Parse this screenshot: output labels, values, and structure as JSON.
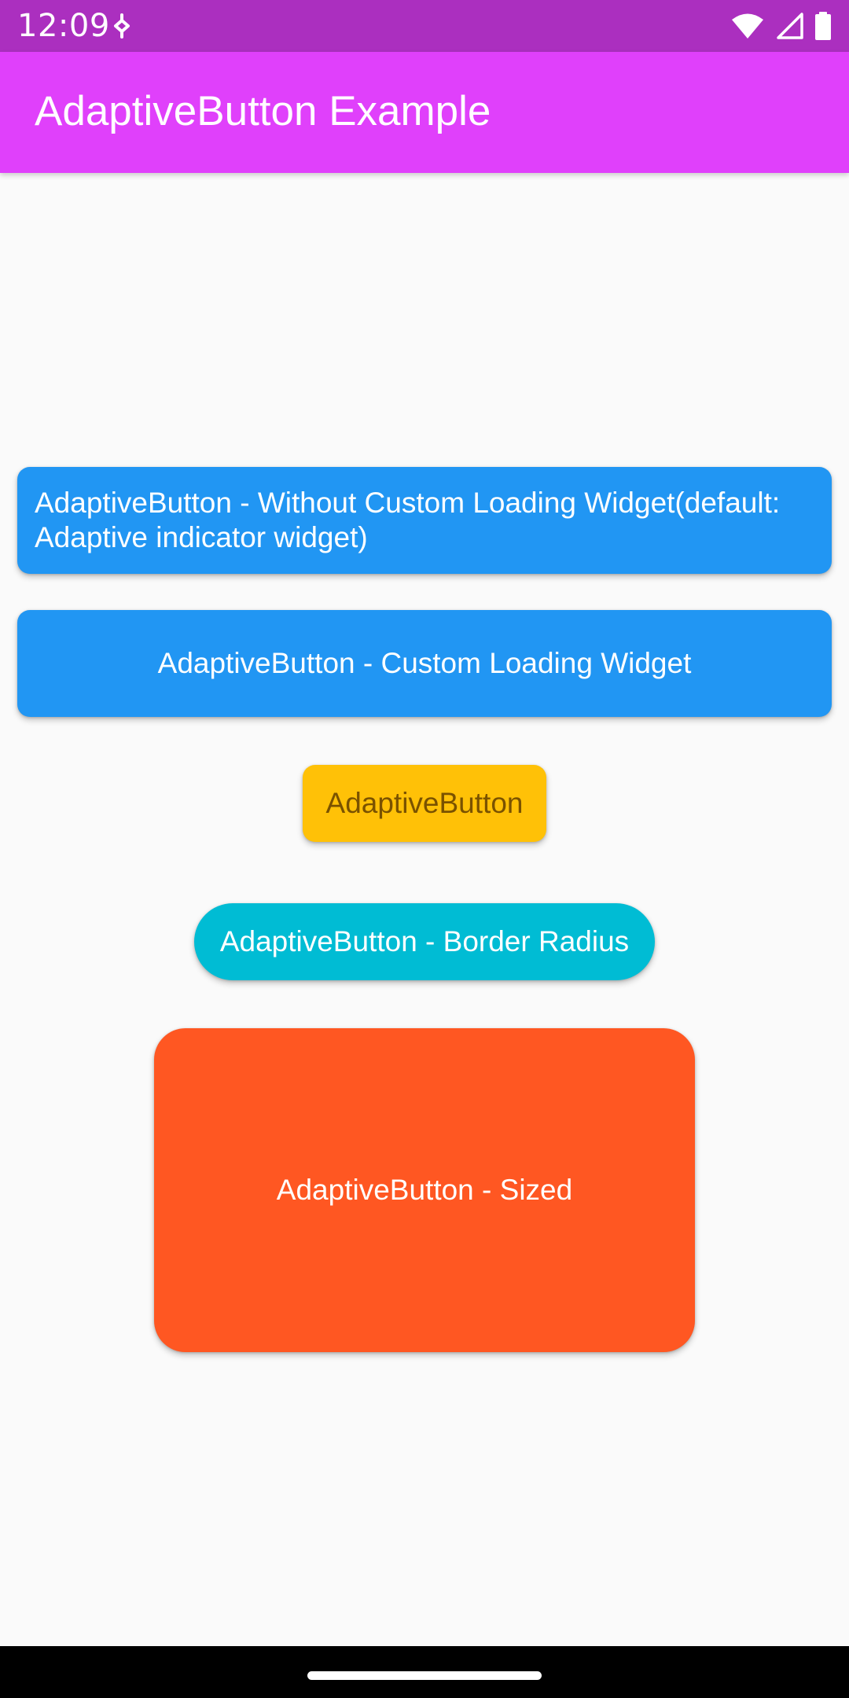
{
  "status_bar": {
    "time": "12:09",
    "icons": [
      "notification-icon",
      "wifi-icon",
      "signal-icon",
      "battery-icon"
    ],
    "color": "#ab2fbf"
  },
  "app_bar": {
    "title": "AdaptiveButton Example",
    "color": "#e040fb"
  },
  "buttons": {
    "default_loading": {
      "label": "AdaptiveButton - Without Custom Loading Widget(default: Adaptive indicator widget)",
      "color": "#2196f3"
    },
    "custom_loading": {
      "label": "AdaptiveButton - Custom Loading Widget",
      "color": "#2196f3"
    },
    "plain": {
      "label": "AdaptiveButton",
      "color": "#ffc107"
    },
    "border_radius": {
      "label": "AdaptiveButton - Border Radius",
      "color": "#00bcd4"
    },
    "sized": {
      "label": "AdaptiveButton - Sized",
      "color": "#ff5722"
    }
  },
  "nav_bar": {
    "handle": "home-handle"
  }
}
